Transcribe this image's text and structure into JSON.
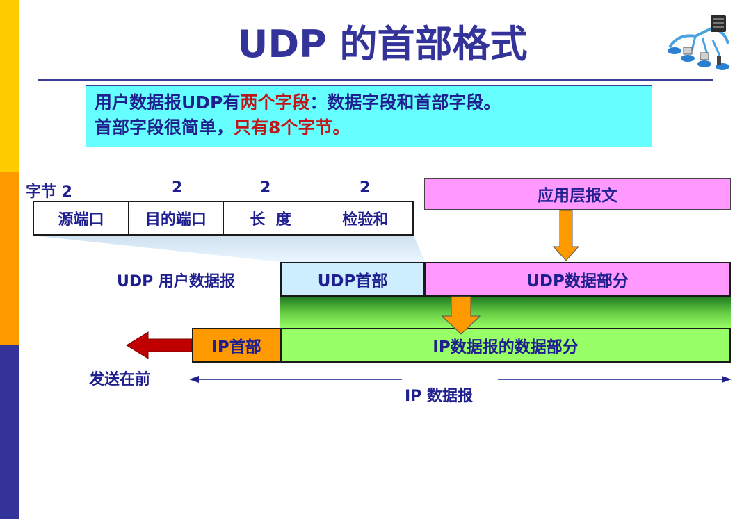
{
  "title": "UDP 的首部格式",
  "info": {
    "line1_a": "用户数据报UDP有",
    "line1_red": "两个字段",
    "line1_b": "：数据字段和首部字段。",
    "line2_a": "首部字段很简单，",
    "line2_red": "只有8个字节。"
  },
  "byte_row": {
    "label": "字节 2",
    "sizes": [
      "2",
      "2",
      "2"
    ]
  },
  "header_fields": [
    "源端口",
    "目的端口",
    "长  度",
    "检验和"
  ],
  "app_message": "应用层报文",
  "udp_datagram_label": "UDP 用户数据报",
  "udp_header": "UDP首部",
  "udp_data": "UDP数据部分",
  "ip_header": "IP首部",
  "ip_data": "IP数据报的数据部分",
  "send_first": "发送在前",
  "ip_datagram": "IP 数据报",
  "colors": {
    "navy_text": "#1f1f8f",
    "title": "#33339a",
    "highlight_red": "#c0181a",
    "info_bg": "#66ffff",
    "pink": "#ff99ff",
    "light_blue": "#cceeff",
    "green": "#99ff66",
    "orange": "#ff9900",
    "arrow_red": "#c00000",
    "sidebar_yellow": "#ffcc00",
    "sidebar_orange": "#ff9900",
    "sidebar_blue": "#333399"
  },
  "icons": [
    "network-topology-icon"
  ]
}
